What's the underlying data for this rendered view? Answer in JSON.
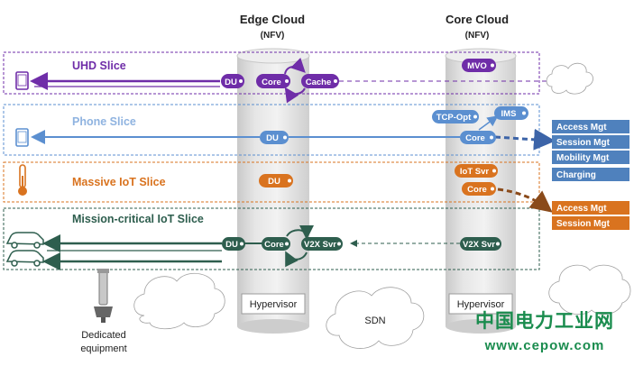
{
  "header": {
    "edge_title": "Edge Cloud",
    "edge_sub": "(NFV)",
    "core_title": "Core Cloud",
    "core_sub": "(NFV)"
  },
  "colors": {
    "uhd": "#6f2da8",
    "phone": "#5b8fd0",
    "iot": "#d9731f",
    "mission": "#2e5e4e",
    "box_blue": "#4f81bd"
  },
  "slices": {
    "uhd": {
      "title": "UHD Slice",
      "du": "DU",
      "core": "Core",
      "cache": "Cache",
      "mvo": "MVO"
    },
    "phone": {
      "title": "Phone Slice",
      "du": "DU",
      "tcp": "TCP-Opt",
      "ims": "IMS",
      "core": "Core"
    },
    "iot": {
      "title": "Massive IoT Slice",
      "du": "DU",
      "iot_svr": "IoT Svr",
      "core": "Core"
    },
    "mission": {
      "title": "Mission-critical IoT Slice",
      "du": "DU",
      "core": "Core",
      "v2x_edge": "V2X Svr",
      "v2x_core": "V2X Svr"
    }
  },
  "functions": {
    "phone_boxes": [
      "Access Mgt",
      "Session Mgt",
      "Mobility Mgt",
      "Charging"
    ],
    "iot_boxes": [
      "Access Mgt",
      "Session Mgt"
    ]
  },
  "bottom": {
    "hypervisor_edge": "Hypervisor",
    "hypervisor_core": "Hypervisor",
    "sdn": "SDN",
    "dedicated_1": "Dedicated",
    "dedicated_2": "equipment"
  },
  "watermark": {
    "line1": "中国电力工业网",
    "line2": "www.cepow.com"
  }
}
